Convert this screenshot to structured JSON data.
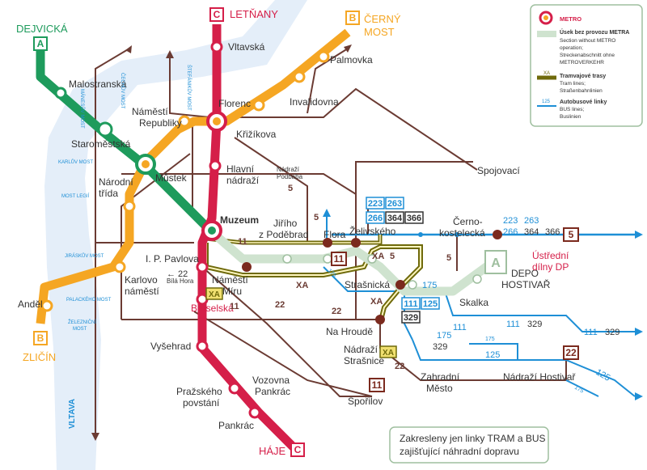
{
  "colors": {
    "metro_a": "#1e9b5c",
    "metro_b": "#f5a623",
    "metro_c": "#d51f49",
    "closed_section": "#cfe3cf",
    "tram": "#6b3b33",
    "tram_replacement": "#6f6a0b",
    "bus": "#1e8fd6",
    "river": "#e4eef9",
    "river_text": "#1e8fd6"
  },
  "lines": {
    "a_terminal": "DEJVICKÁ",
    "a_badge": "A",
    "b_terminal_ne": "ČERNÝ MOST",
    "b_terminal_ne_1": "ČERNÝ",
    "b_terminal_ne_2": "MOST",
    "b_terminal_sw": "ZLIČÍN",
    "b_badge": "B",
    "c_terminal_n": "LETŇANY",
    "c_terminal_s": "HÁJE",
    "c_badge": "C",
    "depot_badge": "A"
  },
  "stations": {
    "malostranska": "Malostranská",
    "staromestska": "Staroměstská",
    "namesti_republiky": "Náměstí Republiky",
    "namesti_republiky_1": "Náměstí",
    "namesti_republiky_2": "Republiky",
    "florenc": "Florenc",
    "krizikova": "Křižíkova",
    "invalidovna": "Invalidovna",
    "palmovka": "Palmovka",
    "vltavska": "Vltavská",
    "mustek": "Můstek",
    "narodni_trida_1": "Národní",
    "narodni_trida_2": "třída",
    "hlavni_nadrazi_1": "Hlavní",
    "hlavni_nadrazi_2": "nádraží",
    "muzeum": "Muzeum",
    "jiriho_1": "Jiřího",
    "jiriho_2": "z Poděbrad",
    "flora": "Flora",
    "zelivskeho": "Želivského",
    "cernokostelecka_1": "Černo-",
    "cernokostelecka_2": "kostelecká",
    "ip_pavlova": "I. P. Pavlova",
    "karlovo_1": "Karlovo",
    "karlovo_2": "náměstí",
    "namesti_miru_1": "Náměstí",
    "namesti_miru_2": "Míru",
    "strasnicka": "Strašnická",
    "skalka": "Skalka",
    "depo_1": "DEPO",
    "depo_2": "HOSTIVAŘ",
    "brusel": "Bruselská",
    "andel": "Anděl",
    "vysehrad": "Vyšehrad",
    "prazske_1": "Pražského",
    "prazske_2": "povstání",
    "pankrac": "Pankrác",
    "vozovna_1": "Vozovna",
    "vozovna_2": "Pankrác",
    "na_hroude": "Na Hroudě",
    "nadrazi_strasnice_1": "Nádraží",
    "nadrazi_strasnice_2": "Strašnice",
    "zahradni_1": "Zahradní",
    "zahradni_2": "Město",
    "nadrazi_hostivar": "Nádraží Hostivař",
    "sporilov": "Spořilov",
    "spojovaci": "Spojovací",
    "ustredni_1": "Ústřední",
    "ustredni_2": "dílny DP",
    "nadrazi_podbaba_1": "Nádraží",
    "nadrazi_podbaba_2": "Podbaba",
    "bila_hora": "Bílá Hora"
  },
  "streets": {
    "cechuv_most": "ČECHŮV MOST",
    "stefanikuv_most": "ŠTEFÁNIKŮV MOST",
    "manesuv_most": "MÁNESŮV MOST",
    "karluv_most": "KARLŮV MOST",
    "most_legii": "MOST LEGIÍ",
    "jiraskuv_most": "JIRÁSKŮV MOST",
    "palackeho_most": "PALACKÉHO MOST",
    "zeleznicni_1": "ŽELEZNIČNÍ",
    "zeleznicni_2": "MOST",
    "vltava": "VLTAVA"
  },
  "route_numbers": {
    "t5": "5",
    "t11": "11",
    "t22": "22",
    "xa": "XA",
    "b175": "175",
    "b111": "111",
    "b125": "125",
    "b223": "223",
    "b263": "263",
    "b266": "266",
    "b329": "329",
    "b364": "364",
    "b366": "366",
    "arrow_22": "← 22"
  },
  "legend": {
    "metro_title": "METRO",
    "closed_title": "Úsek bez provozu METRA",
    "closed_text_1": "Section without METRO",
    "closed_text_2": "operation;",
    "closed_text_3": "Streckenabschnitt ohne",
    "closed_text_4": "METROVERKEHR",
    "tram_badge": "XA",
    "tram_title": "Tramvajové trasy",
    "tram_text_1": "Tram lines;",
    "tram_text_2": "Straßenbahnlinien",
    "bus_num": "125",
    "bus_title": "Autobusové linky",
    "bus_text_1": "BUS lines;",
    "bus_text_2": "Buslinien"
  },
  "note": {
    "line1": "Zakresleny jen linky TRAM a BUS",
    "line2": "zajišťující náhradní dopravu"
  }
}
